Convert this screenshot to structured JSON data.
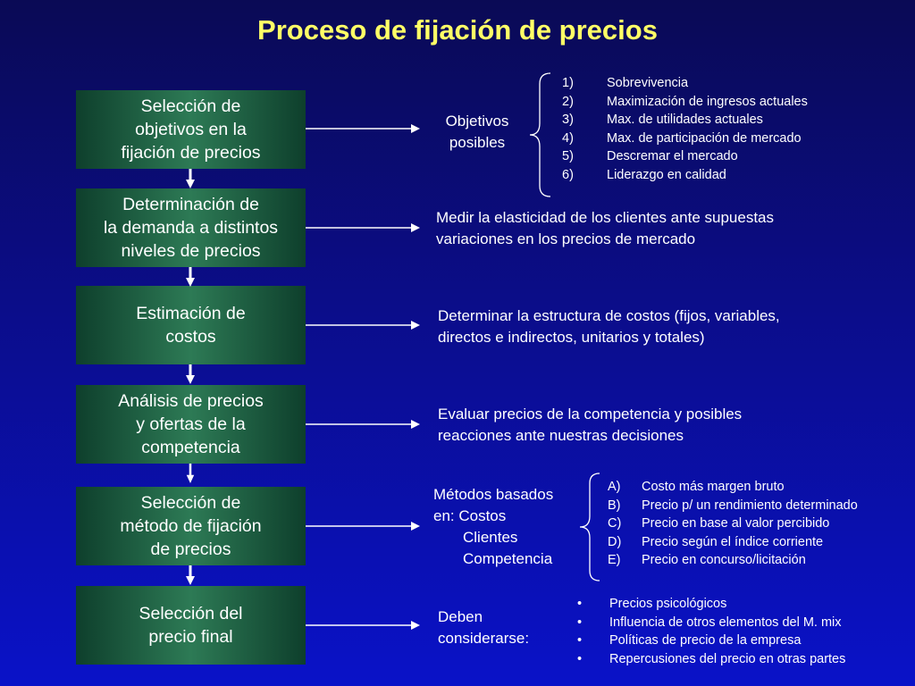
{
  "title": "Proceso de fijación de precios",
  "steps": [
    "Selección de\nobjetivos en la\nfijación de precios",
    "Determinación de\nla demanda a distintos\nniveles de precios",
    "Estimación de\ncostos",
    "Análisis de precios\ny ofertas de la\ncompetencia",
    "Selección de\nmétodo de fijación\nde precios",
    "Selección del\nprecio final"
  ],
  "objectives": {
    "label": "Objetivos\nposibles",
    "items": [
      {
        "marker": "1)",
        "text": "Sobrevivencia"
      },
      {
        "marker": "2)",
        "text": "Maximización de ingresos actuales"
      },
      {
        "marker": "3)",
        "text": "Max. de utilidades actuales"
      },
      {
        "marker": "4)",
        "text": "Max. de participación de mercado"
      },
      {
        "marker": "5)",
        "text": "Descremar el mercado"
      },
      {
        "marker": "6)",
        "text": "Liderazgo en calidad"
      }
    ]
  },
  "demand_note": "Medir la elasticidad de los clientes ante supuestas\nvariaciones en los precios de mercado",
  "costs_note": "Determinar la estructura de costos (fijos, variables,\ndirectos e indirectos, unitarios y totales)",
  "competition_note": "Evaluar precios de la competencia y posibles\nreacciones ante nuestras decisiones",
  "methods": {
    "line1": "Métodos basados",
    "line2": "en: Costos",
    "line3": "Clientes",
    "line4": "Competencia",
    "items": [
      {
        "marker": "A)",
        "text": "Costo más margen bruto"
      },
      {
        "marker": "B)",
        "text": "Precio p/ un rendimiento determinado"
      },
      {
        "marker": "C)",
        "text": "Precio en base al valor percibido"
      },
      {
        "marker": "D)",
        "text": "Precio según el índice corriente"
      },
      {
        "marker": "E)",
        "text": "Precio en concurso/licitación"
      }
    ]
  },
  "final": {
    "label": "Deben\nconsiderarse:",
    "bullet": "•",
    "items": [
      "Precios psicológicos",
      "Influencia de otros elementos del M. mix",
      "Políticas de precio de la empresa",
      "Repercusiones del precio en otras partes"
    ]
  }
}
